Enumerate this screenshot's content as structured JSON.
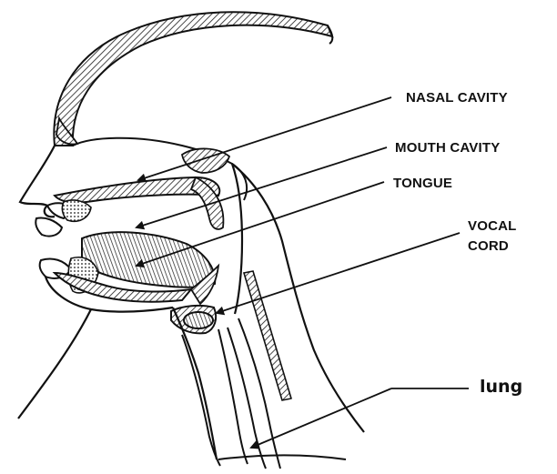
{
  "labels": {
    "nasal_cavity": "NASAL CAVITY",
    "mouth_cavity": "MOUTH CAVITY",
    "tongue": "TONGUE",
    "vocal_cord_line1": "VOCAL",
    "vocal_cord_line2": "CORD",
    "lung": "lung"
  },
  "colors": {
    "ink": "#111111",
    "background": "#ffffff",
    "hatch": "#1a1a1a"
  }
}
